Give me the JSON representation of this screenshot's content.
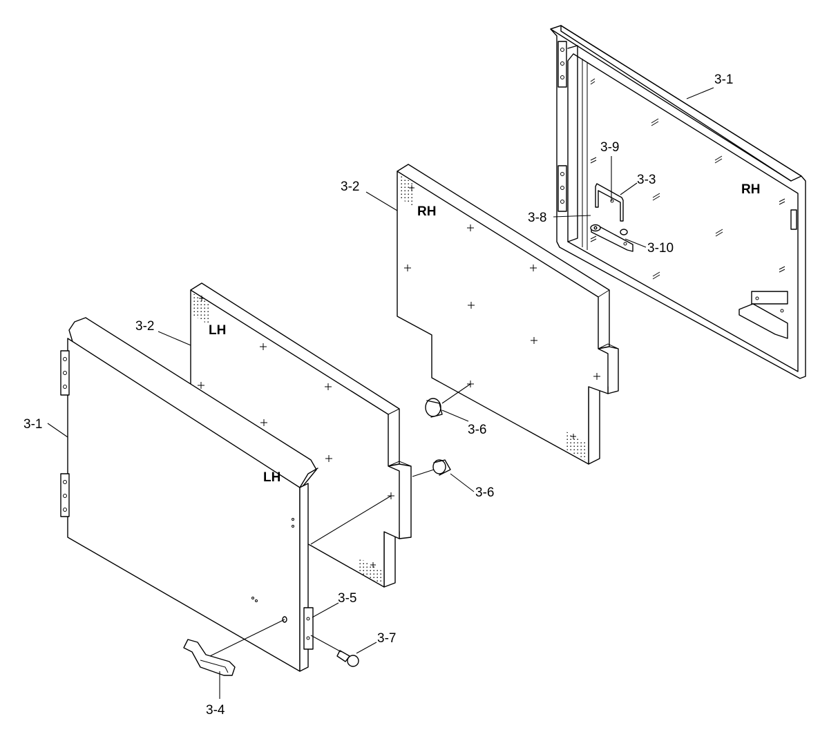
{
  "callouts": {
    "door_rh_3_1": "3-1",
    "door_lh_3_1": "3-1",
    "insulation_rh_3_2": "3-2",
    "insulation_lh_3_2": "3-2",
    "hinge_bracket_3_3": "3-3",
    "handle_3_4": "3-4",
    "striker_3_5": "3-5",
    "push_fastener_rh_3_6": "3-6",
    "push_fastener_lh_3_6": "3-6",
    "bolt_3_7": "3-7",
    "washer_3_8": "3-8",
    "pin_3_9": "3-9",
    "nut_3_10": "3-10"
  },
  "side_labels": {
    "door_rh": "RH",
    "door_lh": "LH",
    "insulation_rh": "RH",
    "insulation_lh": "LH"
  }
}
